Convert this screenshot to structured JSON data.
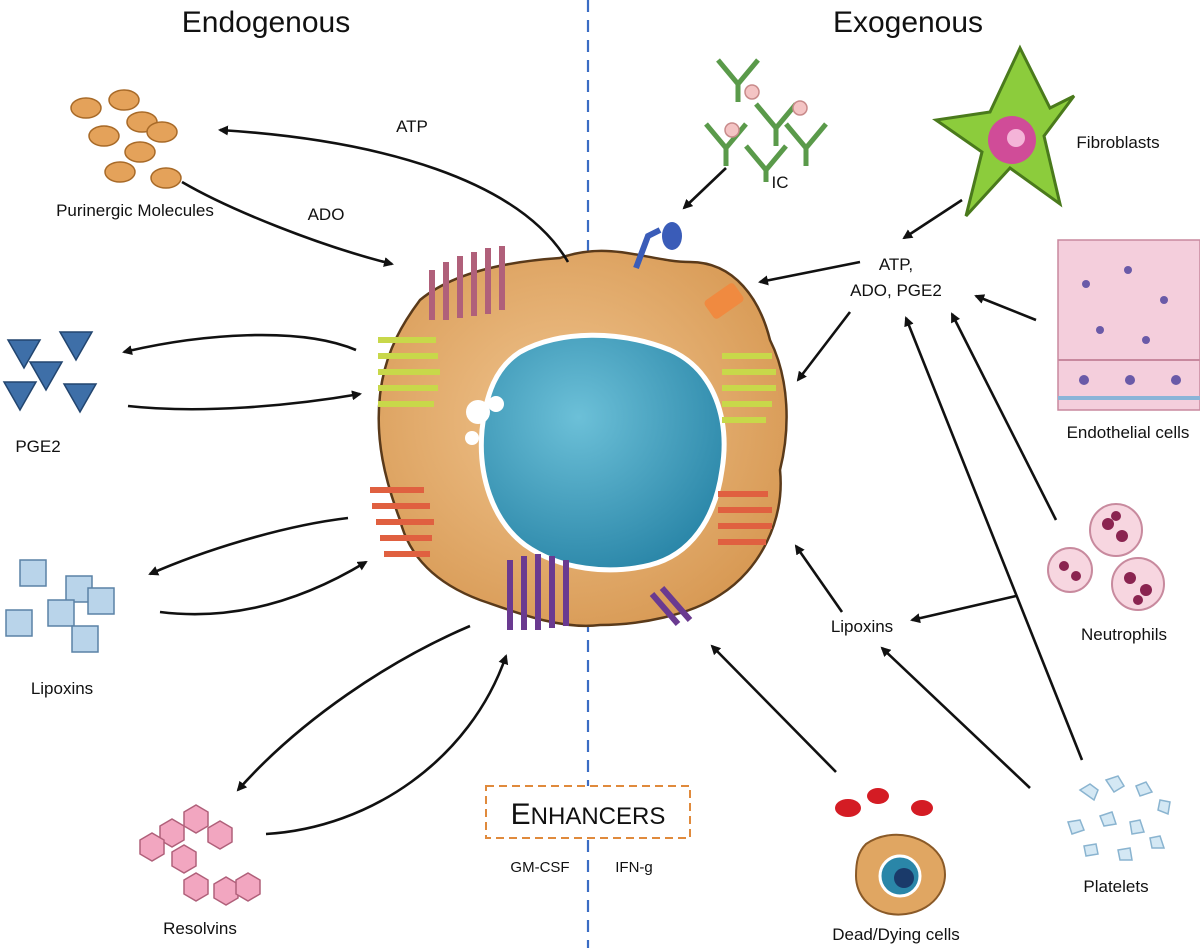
{
  "headers": {
    "left": "Endogenous",
    "right": "Exogenous"
  },
  "endogenous": {
    "purinergic": "Purinergic Molecules",
    "atp": "ATP",
    "ado": "ADO",
    "pge2": "PGE2",
    "lipoxins": "Lipoxins",
    "resolvins": "Resolvins"
  },
  "exogenous": {
    "ic": "IC",
    "fibroblasts": "Fibroblasts",
    "mediators_line1": "ATP,",
    "mediators_line2": "ADO, PGE2",
    "endothelial": "Endothelial cells",
    "neutrophils": "Neutrophils",
    "lipoxins": "Lipoxins",
    "platelets": "Platelets",
    "dead_cells": "Dead/Dying cells"
  },
  "enhancers": {
    "title_first": "E",
    "title_rest": "NHANCERS",
    "gmcsf": "GM-CSF",
    "ifng": "IFN-g"
  },
  "colors": {
    "cell_body": "#e2a865",
    "nucleus": "#3a9ab8",
    "divider": "#3a6cc4",
    "enhancer_border": "#e08a3c"
  }
}
